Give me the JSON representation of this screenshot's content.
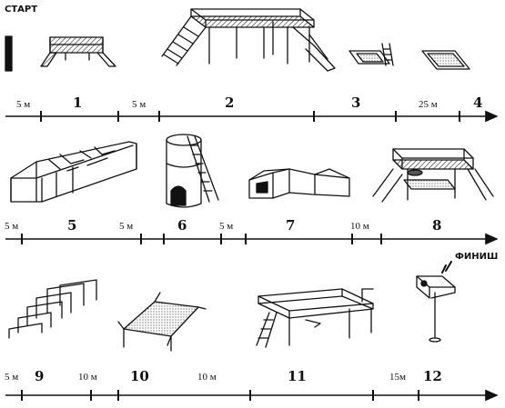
{
  "start_label": "СТАРТ",
  "finish_label": "ФИНИШ",
  "rows": [
    {
      "segments": [
        "5 м",
        "5 м",
        "25 м"
      ],
      "stations": [
        "1",
        "2",
        "3",
        "4"
      ]
    },
    {
      "segments": [
        "5 м",
        "5 м",
        "5 м",
        "10 м"
      ],
      "stations": [
        "5",
        "6",
        "7",
        "8"
      ]
    },
    {
      "segments": [
        "5 м",
        "10 м",
        "10 м",
        "15м"
      ],
      "stations": [
        "9",
        "10",
        "11",
        "12"
      ]
    }
  ]
}
